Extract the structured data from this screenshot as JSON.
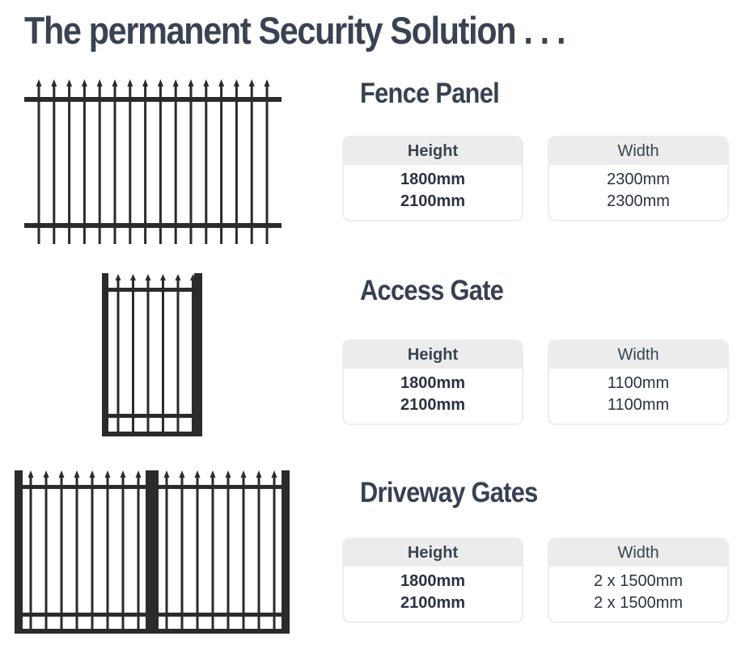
{
  "page": {
    "title": "The permanent Security Solution . . ."
  },
  "colors": {
    "fence": "#2b2b2b",
    "title": "#3a4352",
    "header_bg": "#ececec",
    "border": "#ededed"
  },
  "products": [
    {
      "name": "Fence Panel",
      "height_label": "Height",
      "heights": [
        "1800mm",
        "2100mm"
      ],
      "width_label": "Width",
      "widths": [
        "2300mm",
        "2300mm"
      ]
    },
    {
      "name": "Access Gate",
      "height_label": "Height",
      "heights": [
        "1800mm",
        "2100mm"
      ],
      "width_label": "Width",
      "widths": [
        "1100mm",
        "1100mm"
      ]
    },
    {
      "name": "Driveway Gates",
      "height_label": "Height",
      "heights": [
        "1800mm",
        "2100mm"
      ],
      "width_label": "Width",
      "widths": [
        "2 x 1500mm",
        "2 x 1500mm"
      ]
    }
  ]
}
